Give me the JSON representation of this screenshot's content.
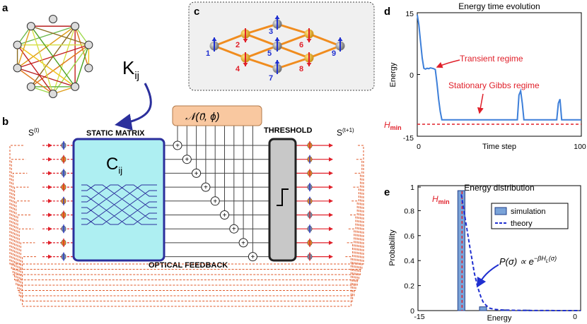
{
  "panels": {
    "a": {
      "label": "a",
      "kij": "K",
      "kij_sub": "ij"
    },
    "b": {
      "label": "b",
      "s_in": "S",
      "s_in_sup": "(t)",
      "s_out": "S",
      "s_out_sup": "(t+1)",
      "static_matrix": "STATIC MATRIX",
      "cij": "C",
      "cij_sub": "ij",
      "noise": "𝒩(0⃗, ϕ)",
      "threshold": "THRESHOLD",
      "feedback": "OPTICAL FEEDBACK",
      "adder_symbol": "+"
    },
    "c": {
      "label": "c",
      "sites": [
        "1",
        "2",
        "3",
        "4",
        "5",
        "6",
        "7",
        "8",
        "9"
      ]
    },
    "d": {
      "label": "d",
      "hmin": "H",
      "hmin_sub": "min"
    },
    "e": {
      "label": "e",
      "hmin": "H",
      "hmin_sub": "min",
      "formula": "P(σ) ∝ e",
      "formula_exp": "−βH",
      "formula_exp_sub": "L",
      "formula_exp_tail": "(σ)"
    }
  },
  "colors": {
    "series": "#3d7fd9",
    "hmin": "#e0202a",
    "annot": "#e0202a",
    "arrow_blue": "#1f2fd0",
    "cij_fill": "#aeeff2",
    "cij_stroke": "#2b2f9c",
    "lattice": "#f08c1e",
    "noise_fill": "#f9c8a0",
    "threshold_fill": "#c8c8c8"
  },
  "chart_data": [
    {
      "type": "line",
      "title": "Energy time evolution",
      "xlabel": "Time step",
      "ylabel": "Energy",
      "xlim": [
        0,
        100
      ],
      "ylim": [
        -15,
        15
      ],
      "x_ticks": [
        "0",
        "Time step",
        "100"
      ],
      "y_ticks": [
        "15",
        "0",
        "-15"
      ],
      "hmin_value": -11,
      "annotations": [
        "Transient regime",
        "Stationary Gibbs regime"
      ],
      "series": [
        {
          "x": [
            0,
            1,
            2,
            3,
            4,
            5,
            6,
            7,
            8,
            9,
            10,
            11,
            12,
            13,
            14,
            15,
            16,
            17,
            18,
            19,
            20,
            60,
            61,
            62,
            63,
            64,
            65,
            66,
            84,
            85,
            86,
            87,
            88,
            100
          ],
          "y": [
            14.5,
            12,
            8,
            4,
            1.5,
            1.3,
            1.5,
            1.4,
            1.6,
            1.5,
            1.4,
            1.2,
            -2,
            -6,
            -9,
            -11,
            -11,
            -11,
            -11,
            -11,
            -11,
            -11,
            -11,
            -5,
            -4,
            -7,
            -11,
            -11,
            -11,
            -11,
            -7,
            -6,
            -11,
            -11
          ]
        }
      ]
    },
    {
      "type": "bar",
      "title": "Energy distribution",
      "xlabel": "Energy",
      "ylabel": "Probability",
      "xlim": [
        -15,
        0
      ],
      "ylim": [
        0,
        1
      ],
      "x_ticks": [
        "-15",
        "0"
      ],
      "y_ticks": [
        "0",
        "0.2",
        "0.4",
        "0.6",
        "0.8",
        "1"
      ],
      "legend": [
        "simulation",
        "theory"
      ],
      "hmin_value": -11,
      "bars": [
        {
          "x": -11,
          "value": 0.96
        },
        {
          "x": -9,
          "value": 0.03
        },
        {
          "x": -7,
          "value": 0.006
        },
        {
          "x": -5,
          "value": 0.004
        }
      ],
      "theory": {
        "x": [
          -11.0,
          -10.8,
          -10.5,
          -10.2,
          -10.0,
          -9.8,
          -9.5,
          -9.2,
          -9.0,
          -8.7,
          -8.4,
          -8.0,
          -7.5,
          -7.0,
          -6.0,
          -5.0,
          -4.0,
          -3.0,
          -2.0,
          -1.0,
          0.0
        ],
        "y": [
          0.93,
          0.82,
          0.66,
          0.5,
          0.4,
          0.3,
          0.19,
          0.11,
          0.07,
          0.04,
          0.02,
          0.01,
          0.006,
          0.004,
          0.002,
          0.001,
          0.0006,
          0.0003,
          0.0002,
          0.0001,
          0.0
        ]
      }
    }
  ]
}
